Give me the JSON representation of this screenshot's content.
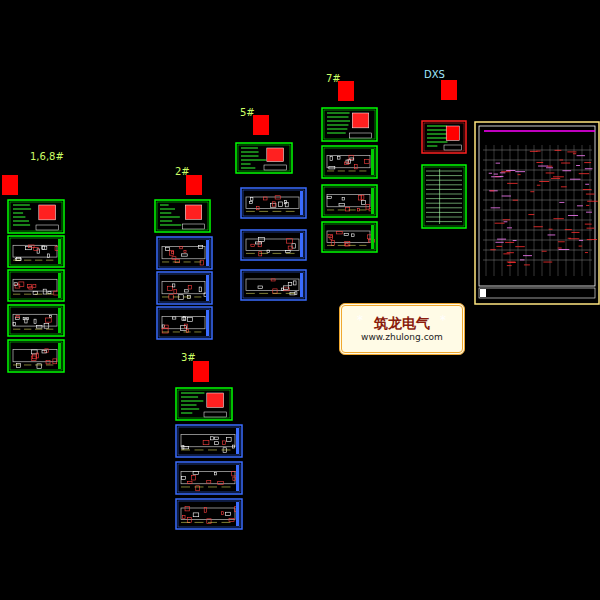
{
  "diagram": {
    "nodes": [
      {
        "text": [
          "筑龙电气",
          "www.zhulong.com"
        ]
      }
    ],
    "labels": [
      "1,6,8#",
      "2#",
      "5#",
      "7#",
      "DXS",
      "3#",
      "*",
      "*"
    ]
  }
}
